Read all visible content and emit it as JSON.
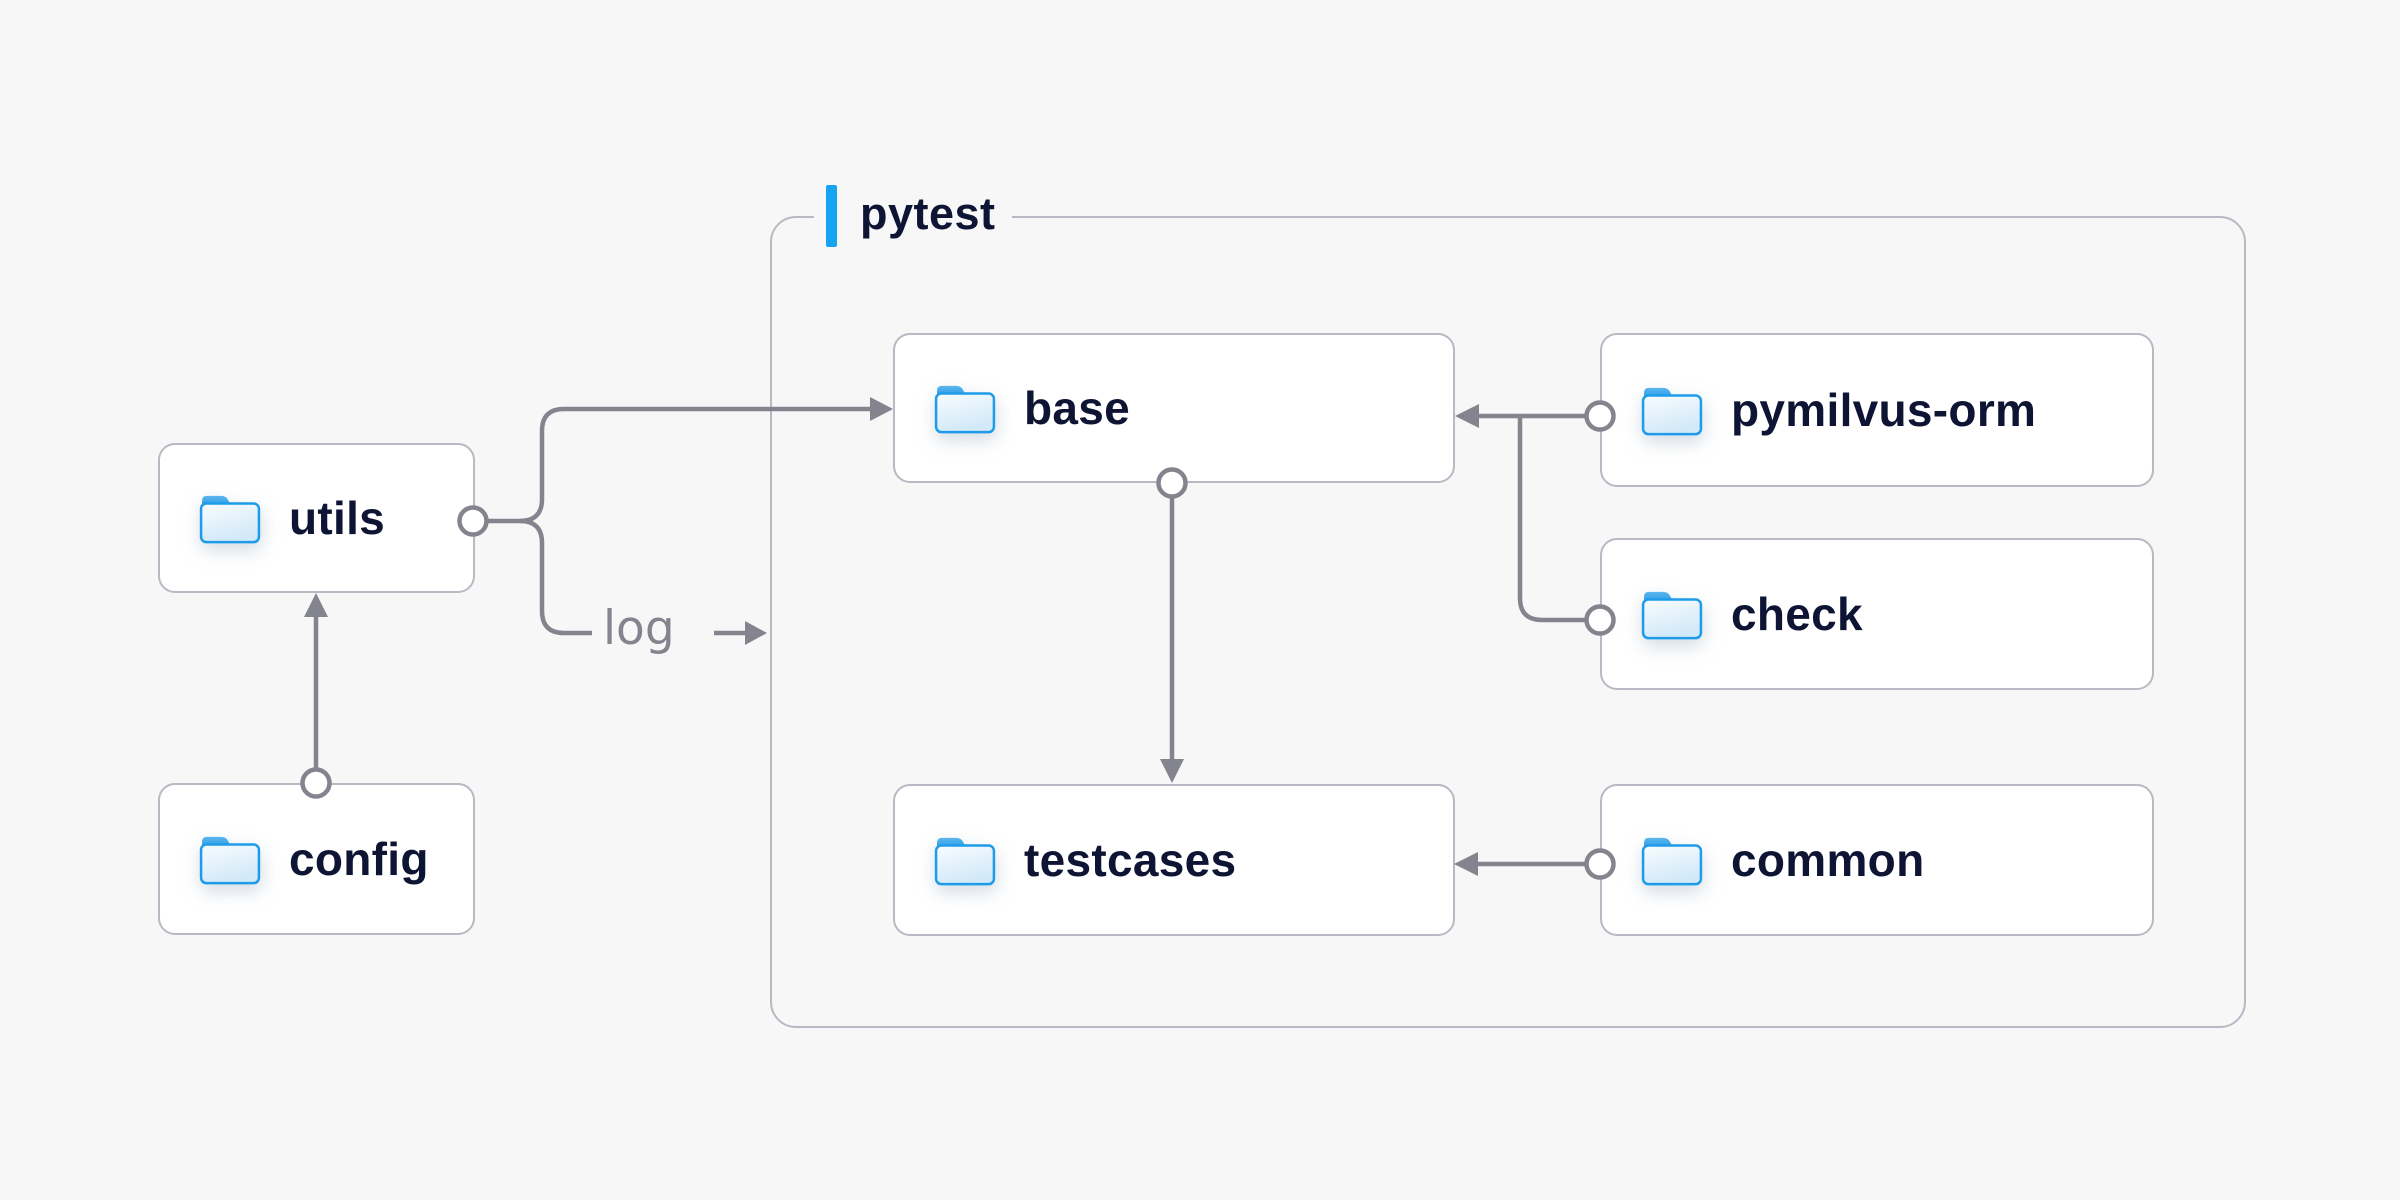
{
  "colors": {
    "page_bg": "#f7f7f8",
    "node_bg": "#ffffff",
    "border_gray": "#b9b9c4",
    "line_gray": "#84848e",
    "text_navy": "#0e1433",
    "accent_blue": "#16a3f2",
    "folder_blue": "#1f9ce9"
  },
  "container": {
    "label": "pytest"
  },
  "nodes": {
    "utils": {
      "label": "utils",
      "icon": "folder-icon"
    },
    "config": {
      "label": "config",
      "icon": "folder-icon"
    },
    "base": {
      "label": "base",
      "icon": "folder-icon"
    },
    "testcases": {
      "label": "testcases",
      "icon": "folder-icon"
    },
    "pymilvus_orm": {
      "label": "pymilvus-orm",
      "icon": "folder-icon"
    },
    "check": {
      "label": "check",
      "icon": "folder-icon"
    },
    "common": {
      "label": "common",
      "icon": "folder-icon"
    }
  },
  "edges": {
    "log_label": "log",
    "list": [
      {
        "from": "config",
        "to": "utils",
        "type": "arrow"
      },
      {
        "from": "utils",
        "to": "base",
        "type": "arrow"
      },
      {
        "from": "utils",
        "to": "pytest",
        "type": "arrow",
        "label": "log"
      },
      {
        "from": "pymilvus-orm",
        "to": "base",
        "type": "arrow"
      },
      {
        "from": "check",
        "to": "base",
        "type": "arrow"
      },
      {
        "from": "base",
        "to": "testcases",
        "type": "arrow"
      },
      {
        "from": "common",
        "to": "testcases",
        "type": "arrow"
      }
    ]
  }
}
